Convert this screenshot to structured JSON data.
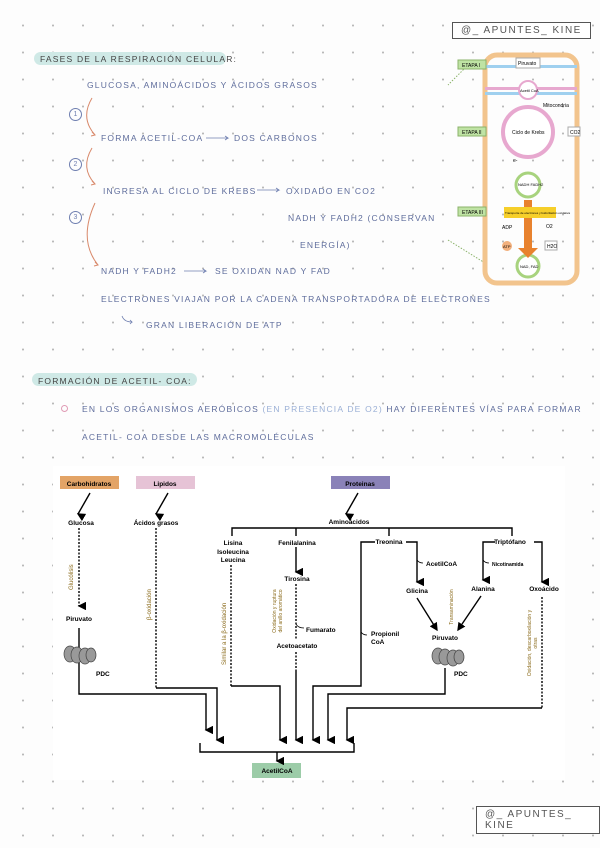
{
  "watermark": "@_ APUNTES_ KINE",
  "section1": {
    "title": "Fases de la respiración celular:",
    "start": "Glucosa, aminoácidos y ácidos grasos",
    "steps": [
      "1",
      "2",
      "3"
    ],
    "line1": "Forma acetil-CoA",
    "line1b": "dos carbonos",
    "line2": "Ingresa al ciclo de Krebs",
    "line2b": "oxidado en CO2",
    "line2c": "NADH y FADH2 (conservan",
    "line2d": "energía)",
    "line3": "NADH y FADH2",
    "line3b": "se oxidan NAD y FAD",
    "line4": "Electrones viajan por la cadena transportadora de electrones",
    "line5": "Gran liberación de ATP"
  },
  "mito": {
    "etapa1": "ETAPA I",
    "etapa2": "ETAPA II",
    "etapa3": "ETAPA III",
    "piruvato": "Piruvato",
    "acetil": "Acetil CoA",
    "mitocondria": "Mitocondria",
    "krebs": "Ciclo de Krebs",
    "co2": "CO2",
    "e": "e-",
    "nadh": "NADH FADH2",
    "transporte": "Transporte de electrones y fosforilación oxidativa",
    "adp": "ADP",
    "atp": "ATP",
    "o2": "O2",
    "h2o": "H2O",
    "nad": "NAD, FAD"
  },
  "section2": {
    "title": "Formación de Acetil- CoA:",
    "bullet_a": "En los organismos aeróbicos",
    "bullet_b": "(en presencia de O2)",
    "bullet_c": "hay diferentes vías para formar",
    "bullet_d": "acetil- CoA desde las macromoléculas"
  },
  "diagram": {
    "carbohidratos": "Carbohidratos",
    "lipidos": "Lipidos",
    "proteinas": "Proteinas",
    "glucosa": "Glucosa",
    "acidos": "Ácidos grasos",
    "aminoacidos": "Aminoácidos",
    "glucolisis": "Glucólisis",
    "beta": "β-oxidación",
    "piruvato": "Piruvato",
    "pdc": "PDC",
    "lisina": "Lisina",
    "isoleucina": "Isoleucina",
    "leucina": "Leucina",
    "similar": "Similar a la β-oxidación",
    "fenilalanina": "Fenilalanina",
    "tirosina": "Tirosina",
    "oxidacion_anillo": "Oxidación y ruptura del anillo aromático",
    "fumarato": "Fumarato",
    "acetoacetato": "Acetoacetato",
    "treonina": "Treonina",
    "acetilcoa_side": "AcetilCoA",
    "glicina": "Glicina",
    "propionil1": "Propionil",
    "propionil2": "CoA",
    "triptofano": "Triptófano",
    "nicotinamida": "Nicotinamida",
    "alanina": "Alanina",
    "transaminacion": "Transaminación",
    "oxoacido": "Oxoácido",
    "oxidacion_desc": "Oxidación, descarboxilación y otras",
    "acetilcoa": "AcetilCoA",
    "colors": {
      "carbohidratos": "#e3a467",
      "lipidos": "#e6c3d6",
      "proteinas": "#8a82b8",
      "acetilcoa": "#9ccca8"
    }
  }
}
